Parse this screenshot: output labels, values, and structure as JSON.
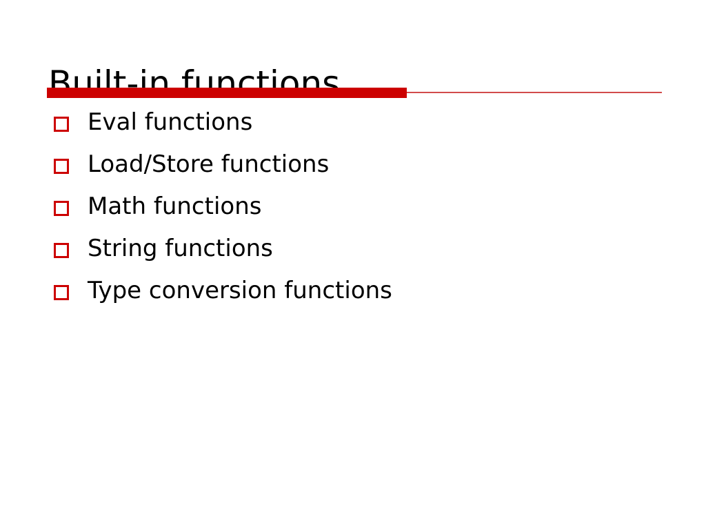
{
  "slide": {
    "title": "Built-in functions",
    "background_color": "#ffffff",
    "accent_color": "#cc0000",
    "rule_thin_color": "#d24b4b",
    "text_color": "#000000",
    "bullets": [
      {
        "label": "Eval functions"
      },
      {
        "label": "Load/Store functions"
      },
      {
        "label": "Math functions"
      },
      {
        "label": "String functions"
      },
      {
        "label": "Type conversion functions"
      }
    ]
  }
}
